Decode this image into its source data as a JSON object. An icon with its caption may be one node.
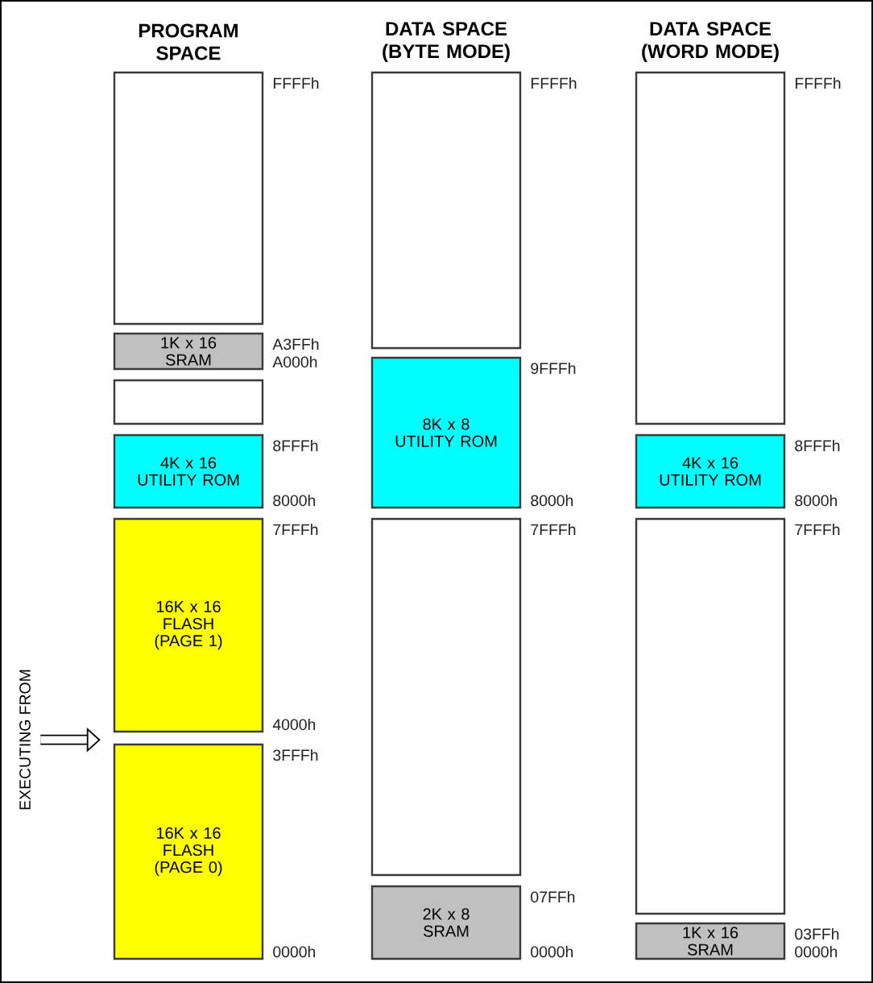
{
  "diagram": {
    "nodes": [
      {
        "text": [],
        "shape": "box",
        "beside": [
          "FFFFh"
        ]
      },
      {
        "text": [
          "1K x 16 SRAM"
        ],
        "beside": [
          "A3FFh",
          "A000h"
        ]
      },
      {
        "text": [],
        "shape": "box"
      },
      {
        "text": [
          "4K x 16 UTILITY ROM"
        ],
        "beside": [
          "8FFFh",
          "8000h"
        ]
      },
      {
        "text": [
          "16K x 16 FLASH (PAGE 1)"
        ],
        "beside": [
          "7FFFh",
          "4000h"
        ]
      },
      {
        "text": [
          "16K x 16 FLASH (PAGE 0)"
        ],
        "beside": [
          "3FFFh",
          "0000h"
        ]
      },
      {
        "text": [],
        "shape": "box",
        "beside": [
          "FFFFh"
        ]
      },
      {
        "text": [
          "8K x 8 UTILITY ROM"
        ],
        "beside": [
          "9FFFh",
          "8000h"
        ]
      },
      {
        "text": [],
        "shape": "box",
        "beside": [
          "7FFFh"
        ]
      },
      {
        "text": [
          "2K x 8 SRAM"
        ],
        "beside": [
          "07FFh",
          "0000h"
        ]
      },
      {
        "text": [],
        "shape": "box",
        "beside": [
          "FFFFh"
        ]
      },
      {
        "text": [
          "4K x 16 UTILITY ROM"
        ],
        "beside": [
          "8FFFh",
          "8000h"
        ]
      },
      {
        "text": [],
        "shape": "box",
        "beside": [
          "7FFFh"
        ]
      },
      {
        "text": [
          "1K x 16 SRAM"
        ],
        "beside": [
          "03FFh",
          "0000h"
        ]
      },
      {
        "text": [
          "EXECUTING FROM"
        ]
      }
    ],
    "edges": [
      {
        "from": 14,
        "to": 4,
        "arrow": "to"
      }
    ],
    "labels": [
      "PROGRAM SPACE",
      "DATA SPACE (BYTE MODE)",
      "DATA SPACE (WORD MODE)"
    ]
  }
}
